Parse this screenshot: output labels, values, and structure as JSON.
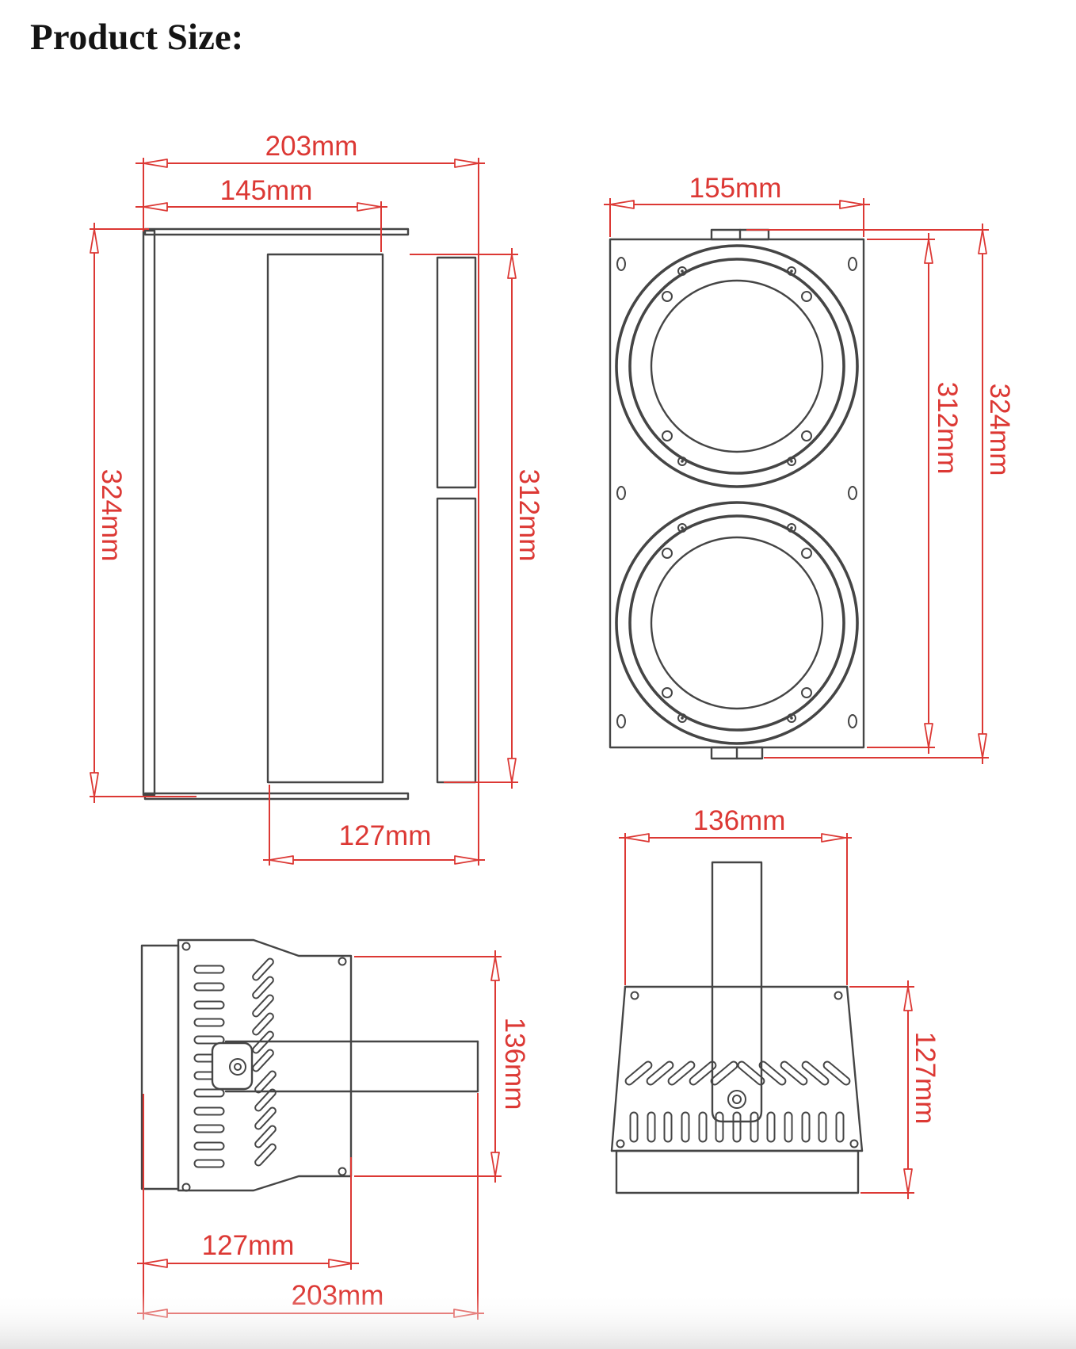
{
  "title": "Product Size:",
  "colors": {
    "dim-red": "#dc3834",
    "line-dark": "#454545",
    "title-color": "#141414"
  },
  "views": {
    "side": {
      "dims": {
        "overall_width": "203mm",
        "flange_width": "145mm",
        "overall_height": "324mm",
        "body_height": "312mm",
        "body_depth": "127mm"
      }
    },
    "front": {
      "dims": {
        "width": "155mm",
        "body_height": "312mm",
        "overall_height": "324mm"
      }
    },
    "top": {
      "dims": {
        "body_width": "136mm",
        "body_depth": "127mm",
        "overall_depth": "203mm"
      }
    },
    "back": {
      "dims": {
        "top_width": "136mm",
        "height": "127mm"
      }
    }
  }
}
